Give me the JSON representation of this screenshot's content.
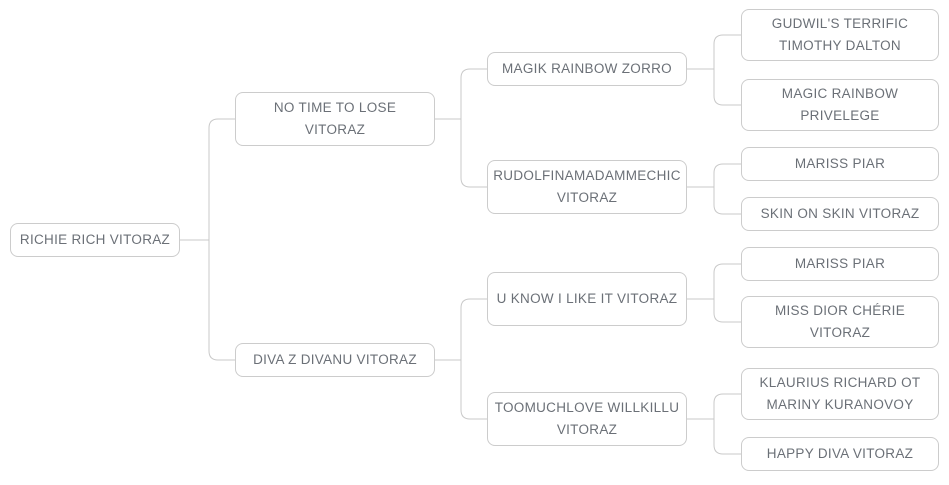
{
  "colors": {
    "box_border": "#cccccc",
    "box_background": "#ffffff",
    "text": "#6b7077",
    "connector_line": "#c9c9c9"
  },
  "pedigree": {
    "root": {
      "label": "RICHIE RICH VITORAZ",
      "children": [
        {
          "label": "NO TIME TO LOSE VITORAZ",
          "children": [
            {
              "label": "MAGIK RAINBOW ZORRO",
              "children": [
                {
                  "label": "GUDWIL'S TERRIFIC TIMOTHY DALTON"
                },
                {
                  "label": "MAGIC RAINBOW PRIVELEGE"
                }
              ]
            },
            {
              "label": "RUDOLFINAMADAMMECHIC VITORAZ",
              "children": [
                {
                  "label": "MARISS PIAR"
                },
                {
                  "label": "SKIN ON SKIN VITORAZ"
                }
              ]
            }
          ]
        },
        {
          "label": "DIVA Z DIVANU VITORAZ",
          "children": [
            {
              "label": "U KNOW I LIKE IT VITORAZ",
              "children": [
                {
                  "label": "MARISS PIAR"
                },
                {
                  "label": "MISS DIOR CHÉRIE VITORAZ"
                }
              ]
            },
            {
              "label": "TOOMUCHLOVE WILLKILLU VITORAZ",
              "children": [
                {
                  "label": "KLAURIUS RICHARD OT MARINY KURANOVOY"
                },
                {
                  "label": "HAPPY DIVA VITORAZ"
                }
              ]
            }
          ]
        }
      ]
    }
  }
}
